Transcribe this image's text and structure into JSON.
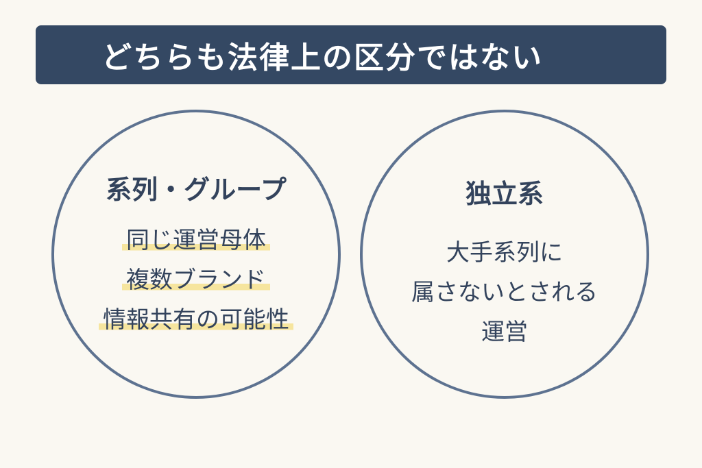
{
  "title": "どちらも法律上の区分ではない",
  "left_circle": {
    "heading": "系列・グループ",
    "items": [
      "同じ運営母体",
      "複数ブランド",
      "情報共有の可能性"
    ]
  },
  "right_circle": {
    "heading": "独立系",
    "lines": [
      "大手系列に",
      "属さないとされる",
      "運営"
    ]
  },
  "colors": {
    "background": "#faf8f2",
    "title_bar": "#344863",
    "circle_border": "#5d7290",
    "highlight": "#f6e59e",
    "text": "#33435c"
  }
}
